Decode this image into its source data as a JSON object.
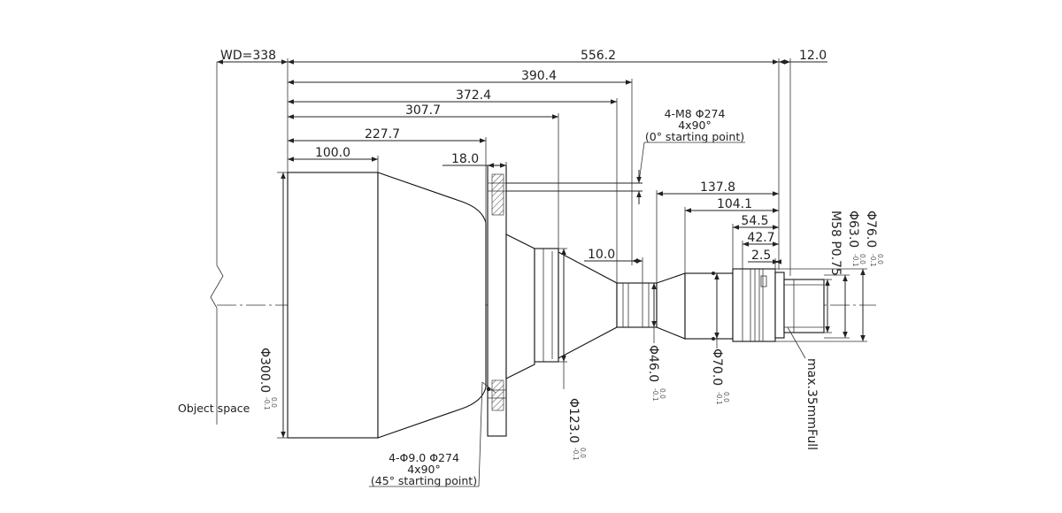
{
  "dimensions": {
    "wd": "WD=338",
    "total": "556.2",
    "d390": "390.4",
    "d372": "372.4",
    "d307": "307.7",
    "d227": "227.7",
    "d100": "100.0",
    "d18": "18.0",
    "d12": "12.0",
    "d137": "137.8",
    "d104": "104.1",
    "d54": "54.5",
    "d42": "42.7",
    "d25": "2.5",
    "d10": "10.0"
  },
  "diameters": {
    "phi300": {
      "value": "Φ300.0",
      "tol_upper": "0.0",
      "tol_lower": "-0.1"
    },
    "phi123": {
      "value": "Φ123.0",
      "tol_upper": "0.0",
      "tol_lower": "-0.1"
    },
    "phi46": {
      "value": "Φ46.0",
      "tol_upper": "0.0",
      "tol_lower": "-0.1"
    },
    "phi70": {
      "value": "Φ70.0",
      "tol_upper": "0.0",
      "tol_lower": "-0.1"
    },
    "phi76": {
      "value": "Φ76.0",
      "tol_upper": "0.0",
      "tol_lower": "-0.1"
    },
    "phi63": {
      "value": "Φ63.0",
      "tol_upper": "0.0",
      "tol_lower": "-0.1"
    },
    "thread": "M58  P0.75",
    "sensor": "max.35mmFull"
  },
  "notes": {
    "top_line1": "4-M8  Φ274",
    "top_line2": "4x90°",
    "top_line3": "(0° starting point)",
    "bottom_line1": "4-Φ9.0  Φ274",
    "bottom_line2": "4x90°",
    "bottom_line3": "(45° starting point)",
    "object_space": "Object space"
  }
}
